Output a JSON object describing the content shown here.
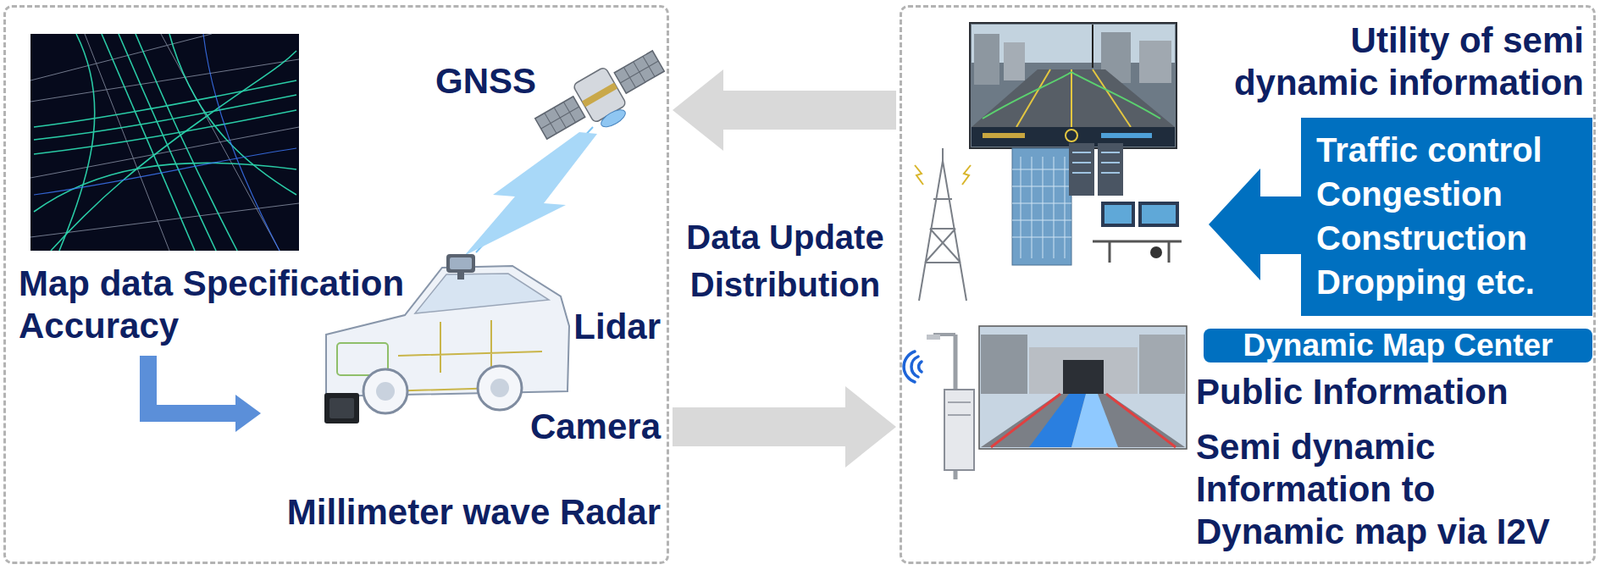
{
  "diagram": {
    "nodes": [
      {
        "text": [
          "GNSS",
          "Map data Specification Accuracy",
          "Lidar",
          "Camera",
          "Millimeter wave Radar"
        ]
      },
      {
        "text": [
          "Utility of semi dynamic information",
          "Public Information",
          "Semi dynamic Information to Dynamic map via I2V"
        ]
      },
      {
        "text": [
          "Traffic control Congestion Construction Dropping etc."
        ],
        "in": 1
      },
      {
        "text": [
          "Dynamic Map Center"
        ],
        "in": 1
      }
    ],
    "edges": [
      {
        "from": 1,
        "to": 0,
        "arrow": "to"
      },
      {
        "from": 0,
        "to": 1,
        "arrow": "to"
      }
    ],
    "labels": [
      "Data Update Distribution"
    ]
  }
}
